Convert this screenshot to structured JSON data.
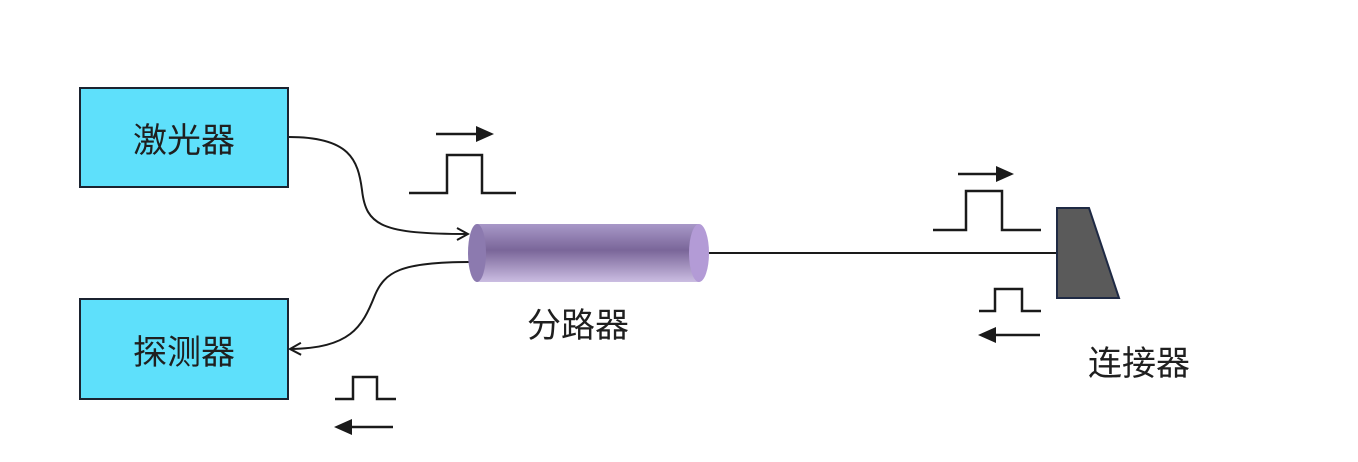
{
  "components": {
    "laser": {
      "label": "激光器",
      "fill": "#5ee0fb"
    },
    "detector": {
      "label": "探测器",
      "fill": "#5ee0fb"
    },
    "splitter": {
      "label": "分路器",
      "color": "#9b86bf"
    },
    "connector": {
      "label": "连接器",
      "color": "#5a5a5a"
    }
  },
  "signals": {
    "laser_to_splitter": {
      "direction": "right"
    },
    "splitter_to_connector": {
      "direction": "right"
    },
    "connector_return": {
      "direction": "left"
    },
    "detector_return": {
      "direction": "left"
    }
  },
  "colors": {
    "line": "#1a1a1a",
    "background": "#ffffff"
  }
}
